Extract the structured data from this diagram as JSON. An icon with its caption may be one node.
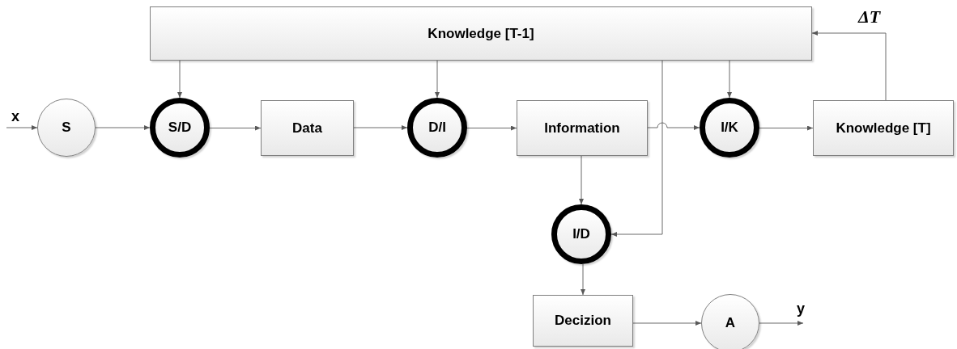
{
  "diagram": {
    "nodes": [
      {
        "text": [
          "Knowledge [T-1]"
        ]
      },
      {
        "text": [
          "S"
        ]
      },
      {
        "text": [
          "S/D"
        ]
      },
      {
        "text": [
          "Data"
        ]
      },
      {
        "text": [
          "D/I"
        ]
      },
      {
        "text": [
          "Information"
        ]
      },
      {
        "text": [
          "I/K"
        ]
      },
      {
        "text": [
          "Knowledge [T]"
        ]
      },
      {
        "text": [
          "I/D"
        ]
      },
      {
        "text": [
          "Decizion"
        ]
      },
      {
        "text": [
          "A"
        ]
      }
    ],
    "edges": [
      {
        "from": null,
        "to": 1,
        "arrow": "to",
        "label": "x"
      },
      {
        "from": 1,
        "to": 2,
        "arrow": "to"
      },
      {
        "from": 0,
        "to": 2,
        "arrow": "to"
      },
      {
        "from": 2,
        "to": 3,
        "arrow": "to"
      },
      {
        "from": 3,
        "to": 4,
        "arrow": "to"
      },
      {
        "from": 0,
        "to": 4,
        "arrow": "to"
      },
      {
        "from": 4,
        "to": 5,
        "arrow": "to"
      },
      {
        "from": 5,
        "to": 6,
        "arrow": "to"
      },
      {
        "from": 0,
        "to": 6,
        "arrow": "to"
      },
      {
        "from": 6,
        "to": 7,
        "arrow": "to"
      },
      {
        "from": 7,
        "to": 0,
        "arrow": "to",
        "label": "ΔT"
      },
      {
        "from": 0,
        "to": 8,
        "arrow": "to"
      },
      {
        "from": 5,
        "to": 8,
        "arrow": "to"
      },
      {
        "from": 8,
        "to": 9,
        "arrow": "to"
      },
      {
        "from": 9,
        "to": 10,
        "arrow": "to"
      },
      {
        "from": 10,
        "to": null,
        "arrow": "to",
        "label": "y"
      }
    ]
  }
}
